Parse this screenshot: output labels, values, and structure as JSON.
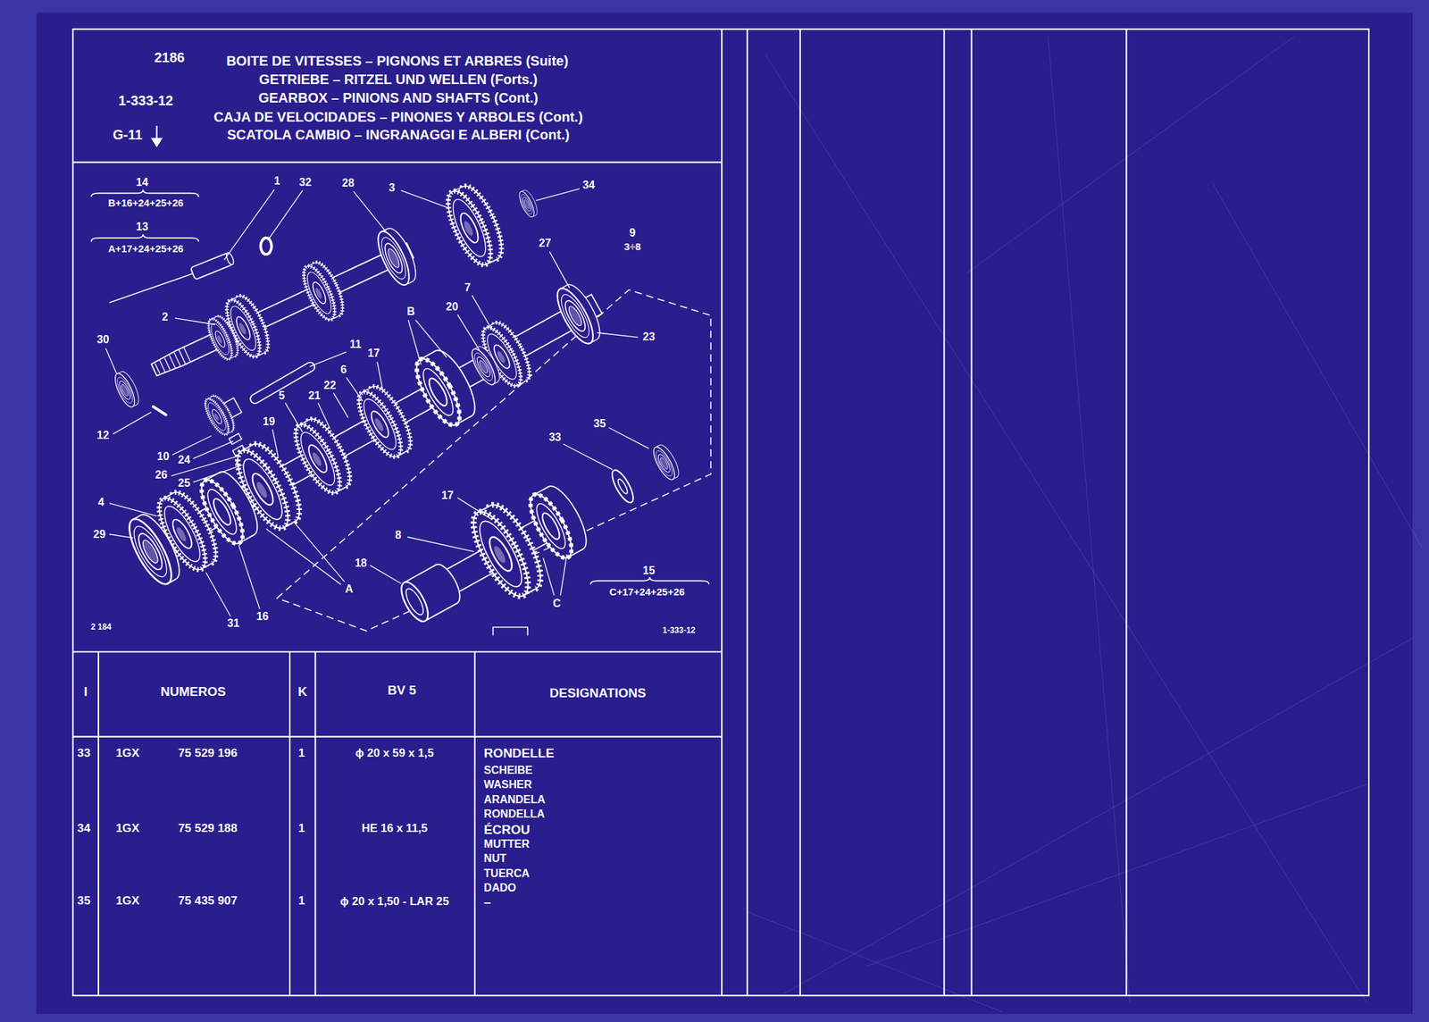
{
  "diagram": {
    "title": "BOITE DE VITESSES – PIGNONS ET ARBRES (Suite)",
    "labels": [
      "2186",
      "GETRIEBE – RITZEL UND WELLEN (Forts.)",
      "1-333-12",
      "GEARBOX – PINIONS AND SHAFTS (Cont.)",
      "CAJA DE VELOCIDADES – PINONES Y ARBOLES (Cont.)",
      "G-11",
      "SCATOLA CAMBIO – INGRANAGGI E ALBERI (Cont.)",
      "14",
      "B+16+24+25+26",
      "13",
      "A+17+24+25+26",
      "1",
      "32",
      "28",
      "3",
      "34",
      "9",
      "3÷8",
      "27",
      "7",
      "20",
      "B",
      "23",
      "2",
      "30",
      "11",
      "17",
      "6",
      "22",
      "21",
      "5",
      "19",
      "35",
      "33",
      "12",
      "10",
      "24",
      "26",
      "25",
      "17",
      "4",
      "29",
      "8",
      "18",
      "15",
      "A",
      "C+17+24+25+26",
      "C",
      "16",
      "31",
      "2 184",
      "1-333-12",
      "I",
      "NUMEROS",
      "K",
      "BV 5",
      "DESIGNATIONS",
      "33",
      "1GX",
      "75 529 196",
      "1",
      "ϕ 20 x 59 x 1,5",
      "RONDELLE",
      "SCHEIBE",
      "WASHER",
      "ARANDELA",
      "RONDELLA",
      "34",
      "1GX",
      "75 529 188",
      "1",
      "HE 16 x 11,5",
      "ÉCROU",
      "MUTTER",
      "NUT",
      "TUERCA",
      "DADO",
      "35",
      "1GX",
      "75 435 907",
      "1",
      "ϕ 20 x 1,50 - LAR 25",
      "–"
    ]
  }
}
